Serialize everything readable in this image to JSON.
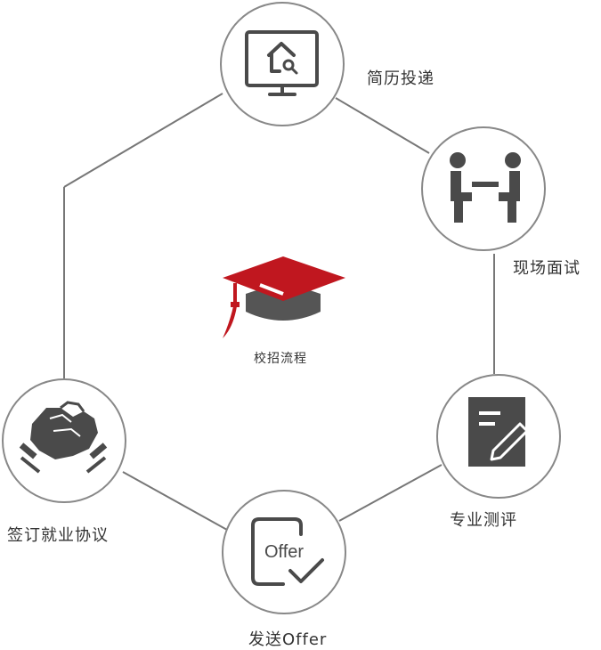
{
  "center": {
    "label": "校招流程",
    "icon": "graduation-cap-icon",
    "accent_color": "#c0171f"
  },
  "steps": [
    {
      "label": "简历投递",
      "icon": "monitor-house-search-icon"
    },
    {
      "label": "现场面试",
      "icon": "two-people-meeting-icon"
    },
    {
      "label": "专业测评",
      "icon": "document-pen-icon"
    },
    {
      "label": "发送Offer",
      "icon": "offer-check-icon",
      "icon_text": "Offer"
    },
    {
      "label": "签订就业协议",
      "icon": "handshake-icon"
    }
  ],
  "colors": {
    "line": "#777777",
    "circle_stroke": "#888888",
    "icon": "#4a4a4a",
    "text": "#333333"
  }
}
